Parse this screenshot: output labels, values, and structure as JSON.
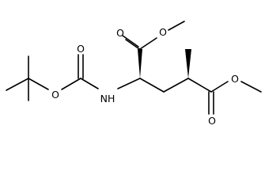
{
  "molecule": {
    "atom_labels": {
      "o_carbamate_carbonyl": "O",
      "o_boc_ether": "O",
      "nh": "NH",
      "o_upper_carbonyl": "O",
      "o_upper_ester": "O",
      "o_lower_carbonyl": "O",
      "o_lower_ester": "O"
    }
  }
}
